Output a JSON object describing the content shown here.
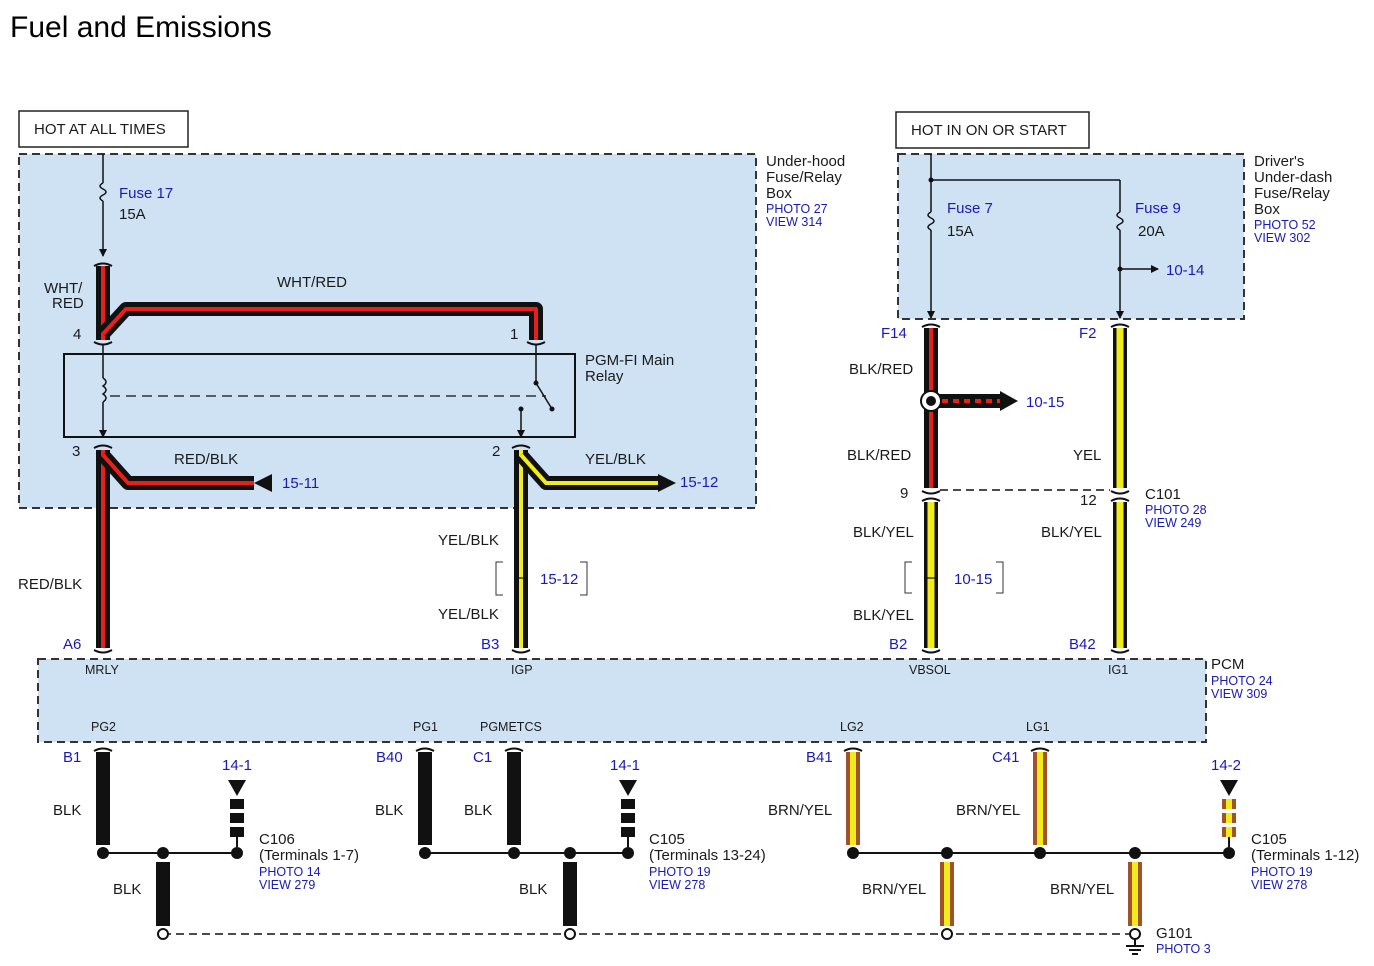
{
  "title": "Fuel and Emissions",
  "colors": {
    "box_fill": "#cfe2f3",
    "red_wire": "#e8201a",
    "yellow_wire": "#f2ec1a",
    "black_wire": "#111111",
    "brown_stripe": "#a0522d",
    "link_blue": "#1a1ab4"
  },
  "power": {
    "left": "HOT AT ALL TIMES",
    "right": "HOT IN ON OR START"
  },
  "underhood": {
    "line1": "Under-hood",
    "line2": "Fuse/Relay",
    "line3": "Box",
    "photo": "PHOTO 27",
    "view": "VIEW 314"
  },
  "underdash": {
    "line1": "Driver's",
    "line2": "Under-dash",
    "line3": "Fuse/Relay",
    "line4": "Box",
    "photo": "PHOTO 52",
    "view": "VIEW 302"
  },
  "fuses": [
    {
      "name": "Fuse 17",
      "rating": "15A"
    },
    {
      "name": "Fuse 7",
      "rating": "15A"
    },
    {
      "name": "Fuse 9",
      "rating": "20A"
    }
  ],
  "relay": {
    "line1": "PGM-FI Main",
    "line2": "Relay",
    "pins": [
      "4",
      "1",
      "3",
      "2"
    ]
  },
  "wires": {
    "wht_red_1": "WHT/",
    "wht_red_2": "RED",
    "wht_red": "WHT/RED",
    "red_blk": "RED/BLK",
    "yel_blk": "YEL/BLK",
    "blk_red": "BLK/RED",
    "yel": "YEL",
    "blk_yel": "BLK/YEL",
    "blk": "BLK",
    "brn_yel": "BRN/YEL"
  },
  "refs": {
    "r15_11": "15-11",
    "r15_12": "15-12",
    "r10_14": "10-14",
    "r10_15": "10-15",
    "r14_1": "14-1",
    "r14_2": "14-2"
  },
  "c101": {
    "name": "C101",
    "photo": "PHOTO 28",
    "view": "VIEW 249",
    "pin_left": "9",
    "pin_right": "12"
  },
  "fuse_terms": {
    "f14": "F14",
    "f2": "F2"
  },
  "pcm": {
    "name": "PCM",
    "photo": "PHOTO 24",
    "view": "VIEW 309",
    "top_terms": [
      {
        "id": "A6",
        "name": "MRLY"
      },
      {
        "id": "B3",
        "name": "IGP"
      },
      {
        "id": "B2",
        "name": "VBSOL"
      },
      {
        "id": "B42",
        "name": "IG1"
      }
    ],
    "bottom_terms": [
      {
        "id": "B1",
        "name": "PG2"
      },
      {
        "id": "B40",
        "name": "PG1"
      },
      {
        "id": "C1",
        "name": "PGMETCS"
      },
      {
        "id": "B41",
        "name": "LG2"
      },
      {
        "id": "C41",
        "name": "LG1"
      }
    ]
  },
  "connectors": [
    {
      "name": "C106",
      "terms": "(Terminals 1-7)",
      "photo": "PHOTO 14",
      "view": "VIEW 279"
    },
    {
      "name": "C105",
      "terms": "(Terminals 13-24)",
      "photo": "PHOTO 19",
      "view": "VIEW 278"
    },
    {
      "name": "C105",
      "terms": "(Terminals 1-12)",
      "photo": "PHOTO 19",
      "view": "VIEW 278"
    }
  ],
  "ground": {
    "name": "G101",
    "photo": "PHOTO 3"
  }
}
